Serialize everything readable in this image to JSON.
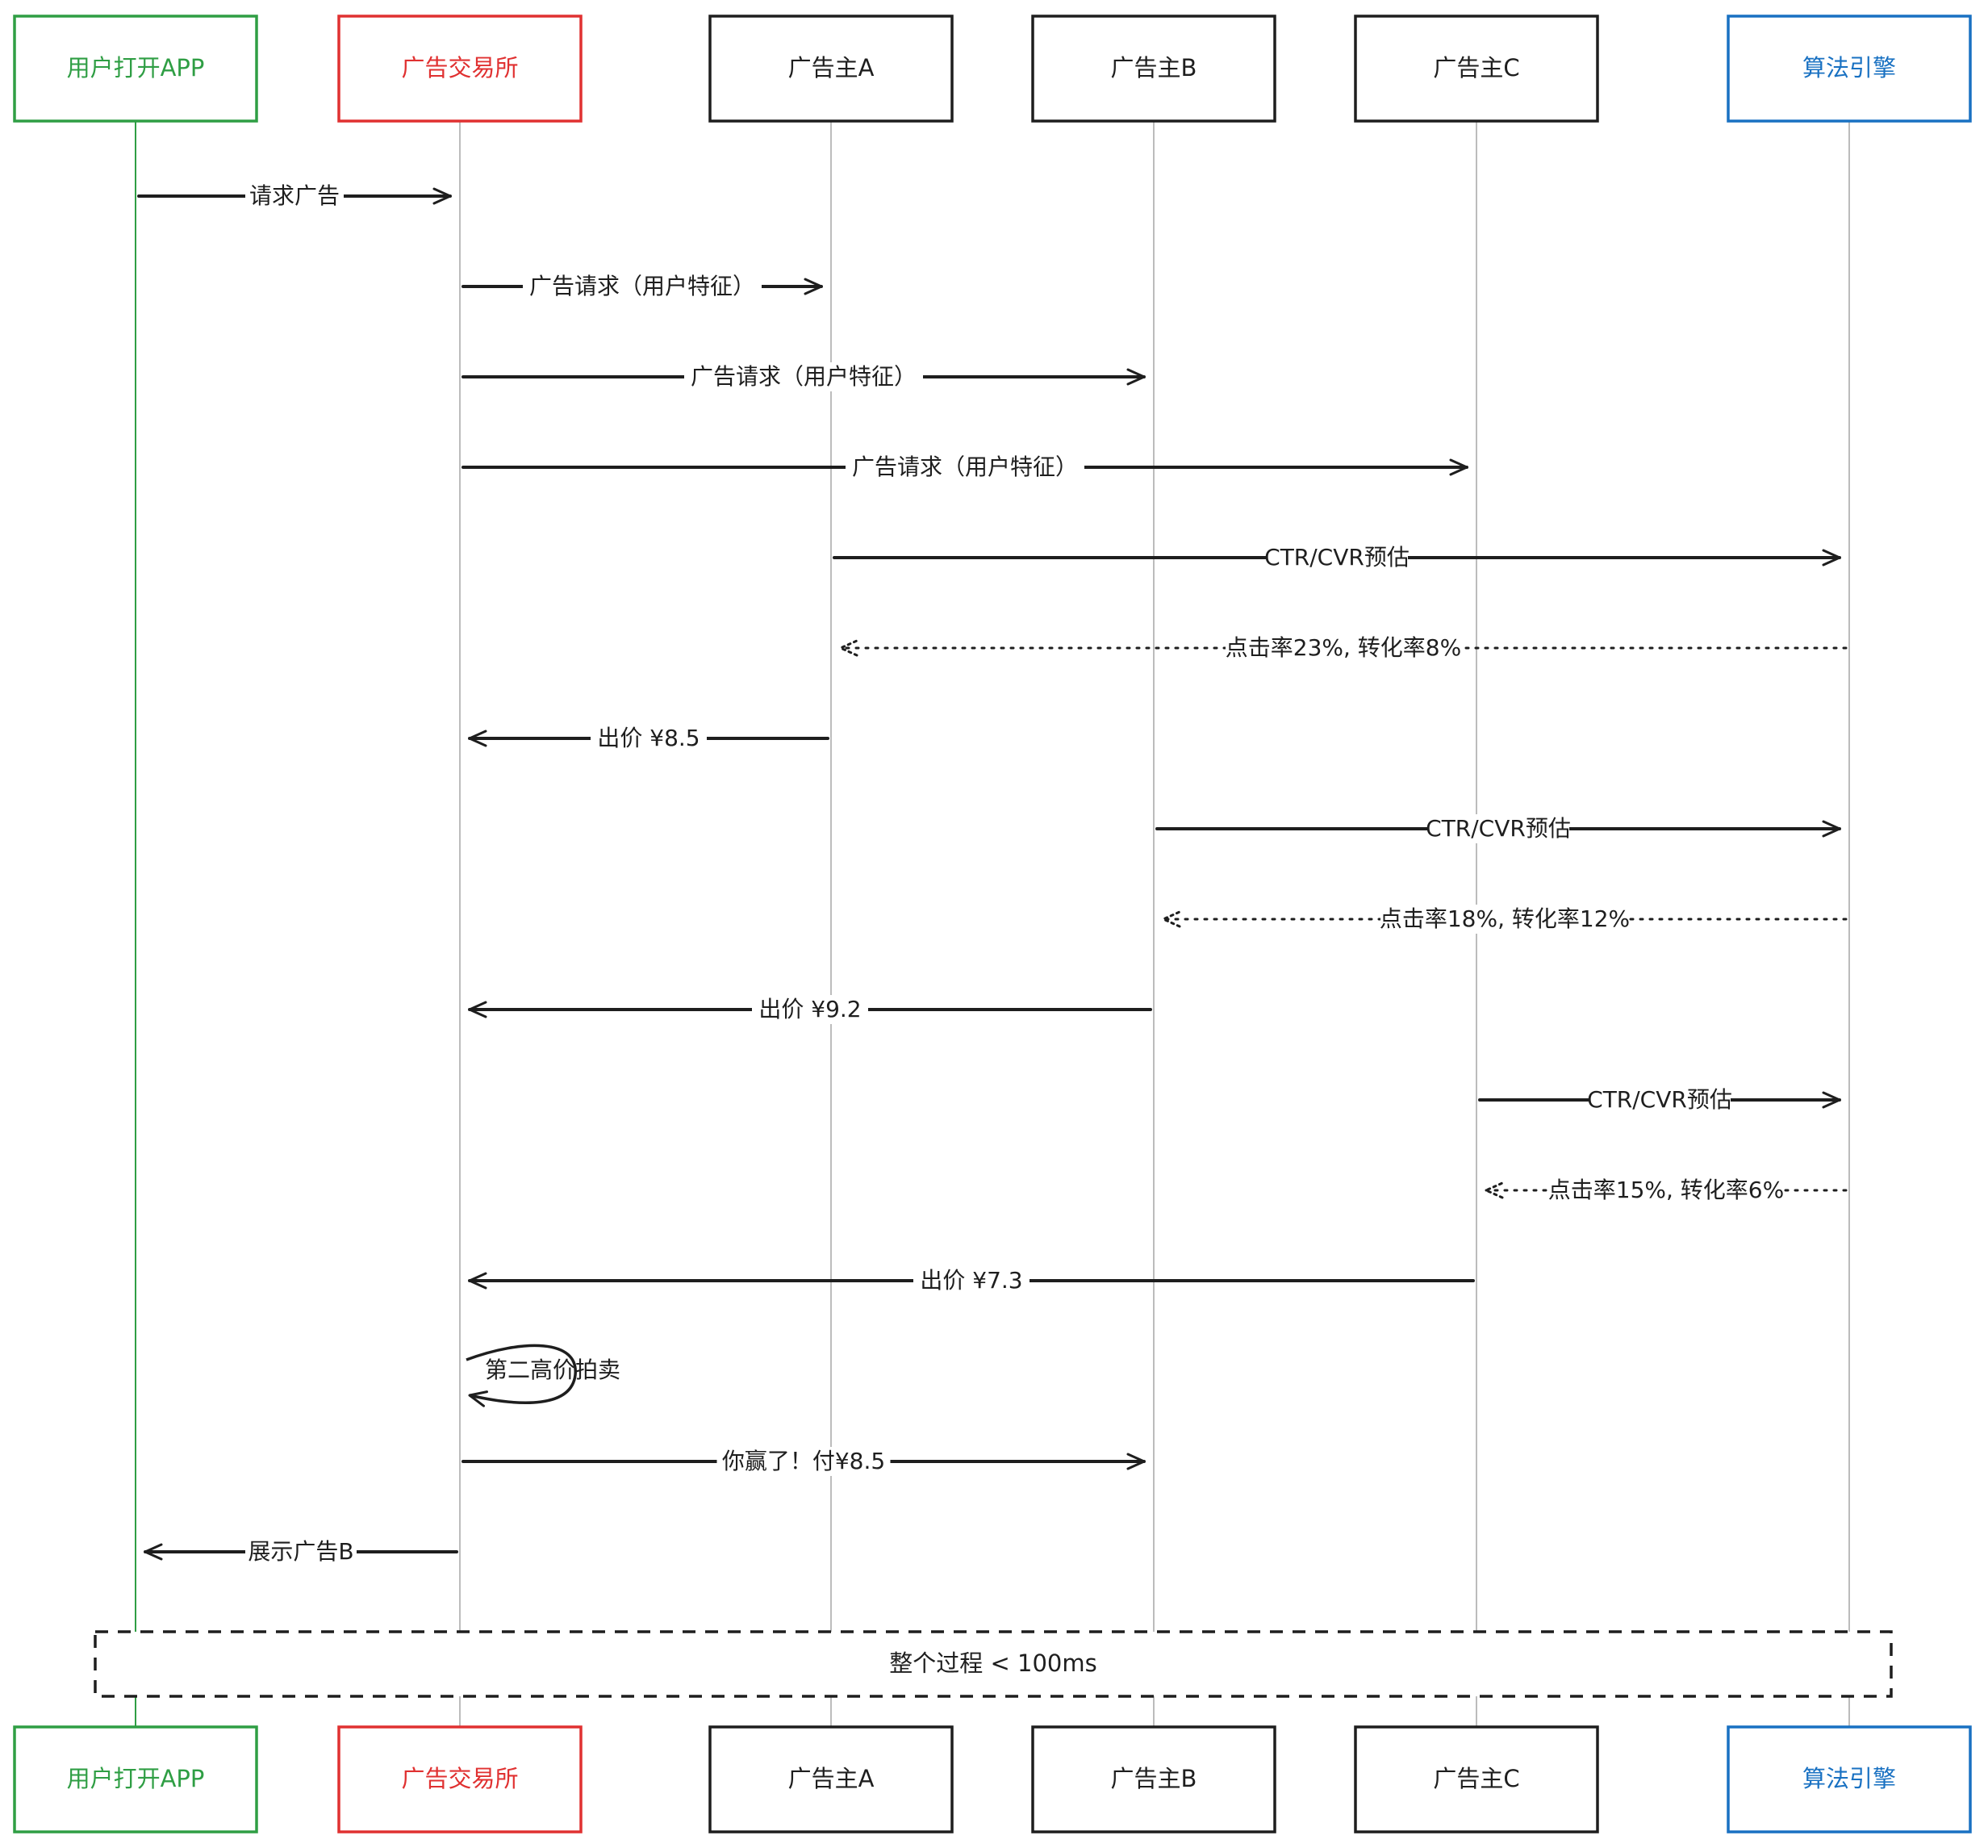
{
  "actors": [
    {
      "id": "user",
      "label": "用户打开APP",
      "color": "#2f9e44"
    },
    {
      "id": "exchange",
      "label": "广告交易所",
      "color": "#e03131"
    },
    {
      "id": "advA",
      "label": "广告主A",
      "color": "#1e1e1e"
    },
    {
      "id": "advB",
      "label": "广告主B",
      "color": "#1e1e1e"
    },
    {
      "id": "advC",
      "label": "广告主C",
      "color": "#1e1e1e"
    },
    {
      "id": "algo",
      "label": "算法引擎",
      "color": "#1971c2"
    }
  ],
  "messages": [
    {
      "from": "user",
      "to": "exchange",
      "label": "请求广告",
      "style": "solid"
    },
    {
      "from": "exchange",
      "to": "advA",
      "label": "广告请求（用户特征）",
      "style": "solid"
    },
    {
      "from": "exchange",
      "to": "advB",
      "label": "广告请求（用户特征）",
      "style": "solid"
    },
    {
      "from": "exchange",
      "to": "advC",
      "label": "广告请求（用户特征）",
      "style": "solid"
    },
    {
      "from": "advA",
      "to": "algo",
      "label": "CTR/CVR预估",
      "style": "solid"
    },
    {
      "from": "algo",
      "to": "advA",
      "label": "点击率23%, 转化率8%",
      "style": "dotted"
    },
    {
      "from": "advA",
      "to": "exchange",
      "label": "出价 ¥8.5",
      "style": "solid"
    },
    {
      "from": "advB",
      "to": "algo",
      "label": "CTR/CVR预估",
      "style": "solid"
    },
    {
      "from": "algo",
      "to": "advB",
      "label": "点击率18%, 转化率12%",
      "style": "dotted"
    },
    {
      "from": "advB",
      "to": "exchange",
      "label": "出价 ¥9.2",
      "style": "solid"
    },
    {
      "from": "advC",
      "to": "algo",
      "label": "CTR/CVR预估",
      "style": "solid"
    },
    {
      "from": "algo",
      "to": "advC",
      "label": "点击率15%, 转化率6%",
      "style": "dotted"
    },
    {
      "from": "advC",
      "to": "exchange",
      "label": "出价 ¥7.3",
      "style": "solid"
    },
    {
      "from": "exchange",
      "to": "exchange",
      "label": "第二高价拍卖",
      "style": "self"
    },
    {
      "from": "exchange",
      "to": "advB",
      "label": "你赢了！付¥8.5",
      "style": "solid"
    },
    {
      "from": "exchange",
      "to": "user",
      "label": "展示广告B",
      "style": "solid"
    }
  ],
  "note": {
    "label": "整个过程 < 100ms",
    "from": "user",
    "to": "algo"
  },
  "colors": {
    "ink": "#1e1e1e",
    "lifeline": "#a6a6a6"
  }
}
